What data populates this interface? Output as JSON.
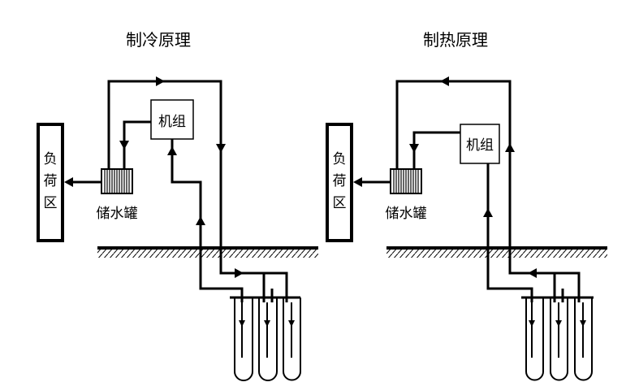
{
  "panels": [
    {
      "title": "制冷原理",
      "unit_label": "机组",
      "tank_label": "储水罐",
      "load_label": [
        "负",
        "荷",
        "区"
      ]
    },
    {
      "title": "制热原理",
      "unit_label": "机组",
      "tank_label": "储水罐",
      "load_label": [
        "负",
        "荷",
        "区"
      ]
    }
  ],
  "colors": {
    "line": "#000000",
    "background": "#ffffff"
  }
}
